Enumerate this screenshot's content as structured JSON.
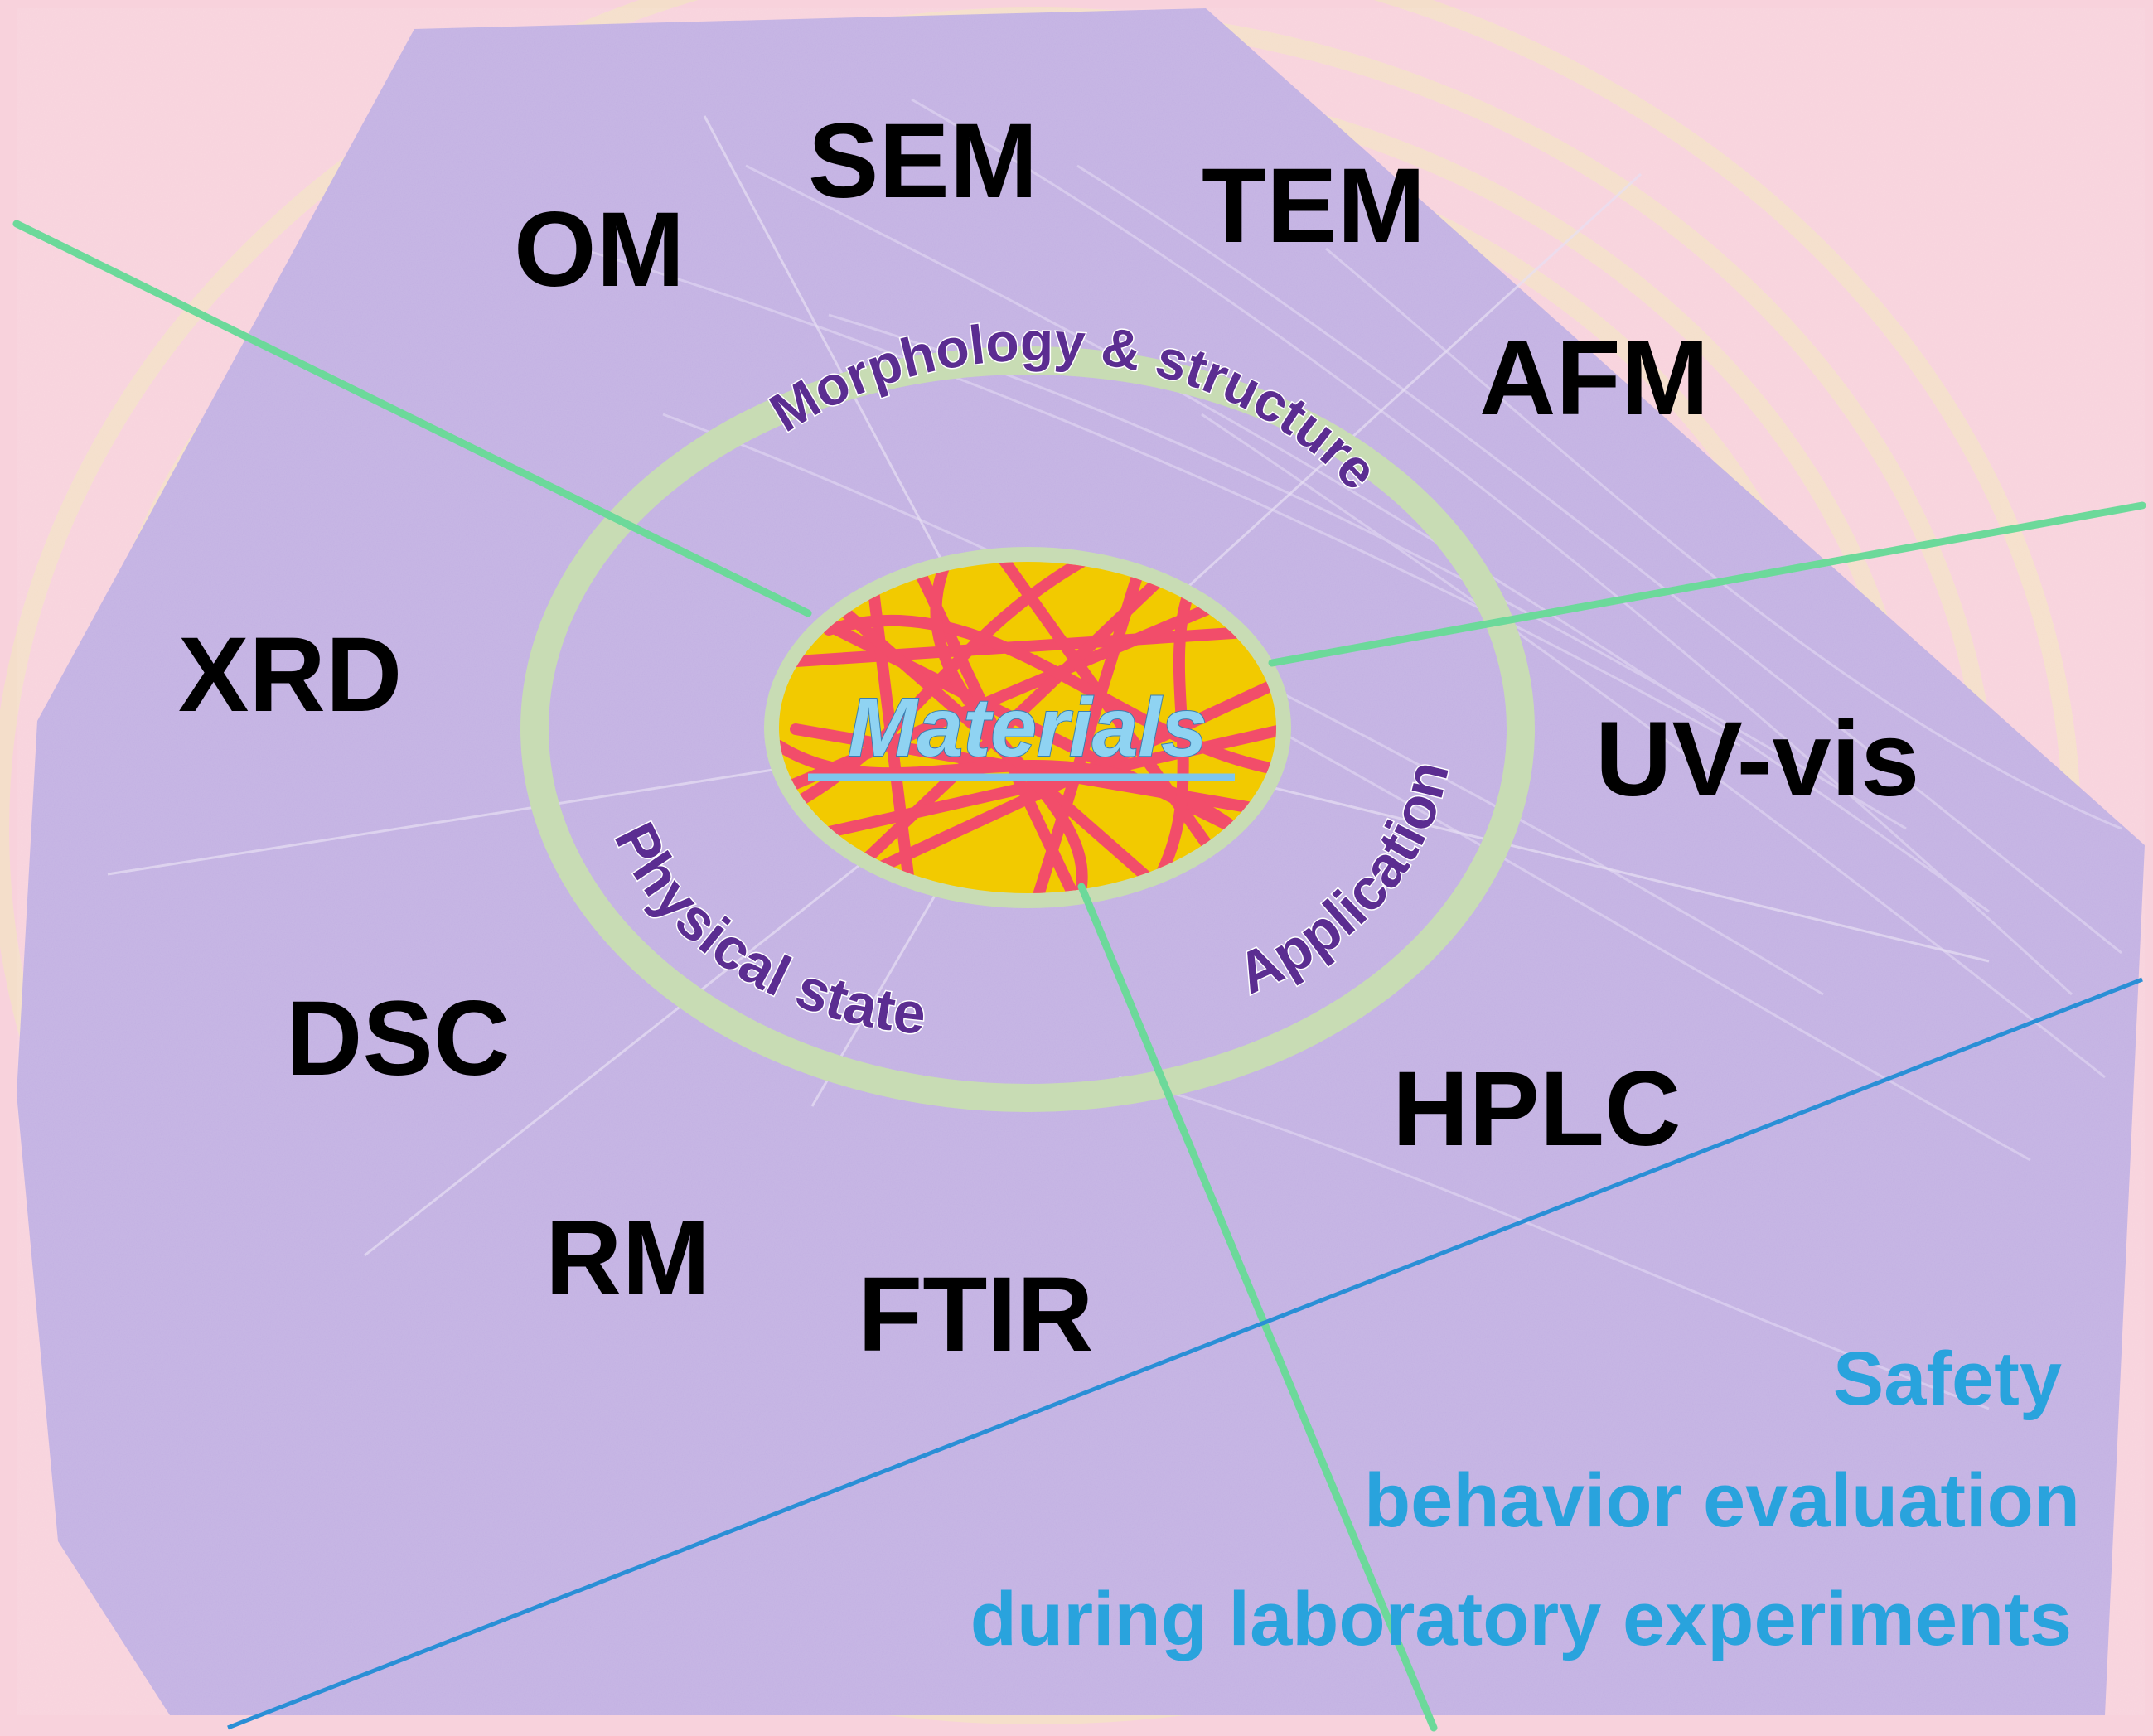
{
  "center": {
    "label": "Materials"
  },
  "ring_labels": {
    "top": "Morphology & structure",
    "left": "Physical state",
    "right": "Application"
  },
  "techniques": {
    "om": "OM",
    "sem": "SEM",
    "tem": "TEM",
    "afm": "AFM",
    "xrd": "XRD",
    "uvvis": "UV-vis",
    "dsc": "DSC",
    "hplc": "HPLC",
    "rm": "RM",
    "ftir": "FTIR"
  },
  "safety": {
    "line1": "Safety",
    "line2": "behavior evaluation",
    "line3": "during laboratory experiments"
  },
  "colors": {
    "background": "#f8d2dc",
    "photo_overlay": "#c2b0e2",
    "ring": "#c8dcb4",
    "divider_lines": "#6cd99a",
    "safety_line": "#2a8fd6",
    "ring_text": "#5b2d91",
    "safety_text": "#29a3dd",
    "center_fill": "#f24d6a",
    "center_edge": "#f0e000"
  }
}
